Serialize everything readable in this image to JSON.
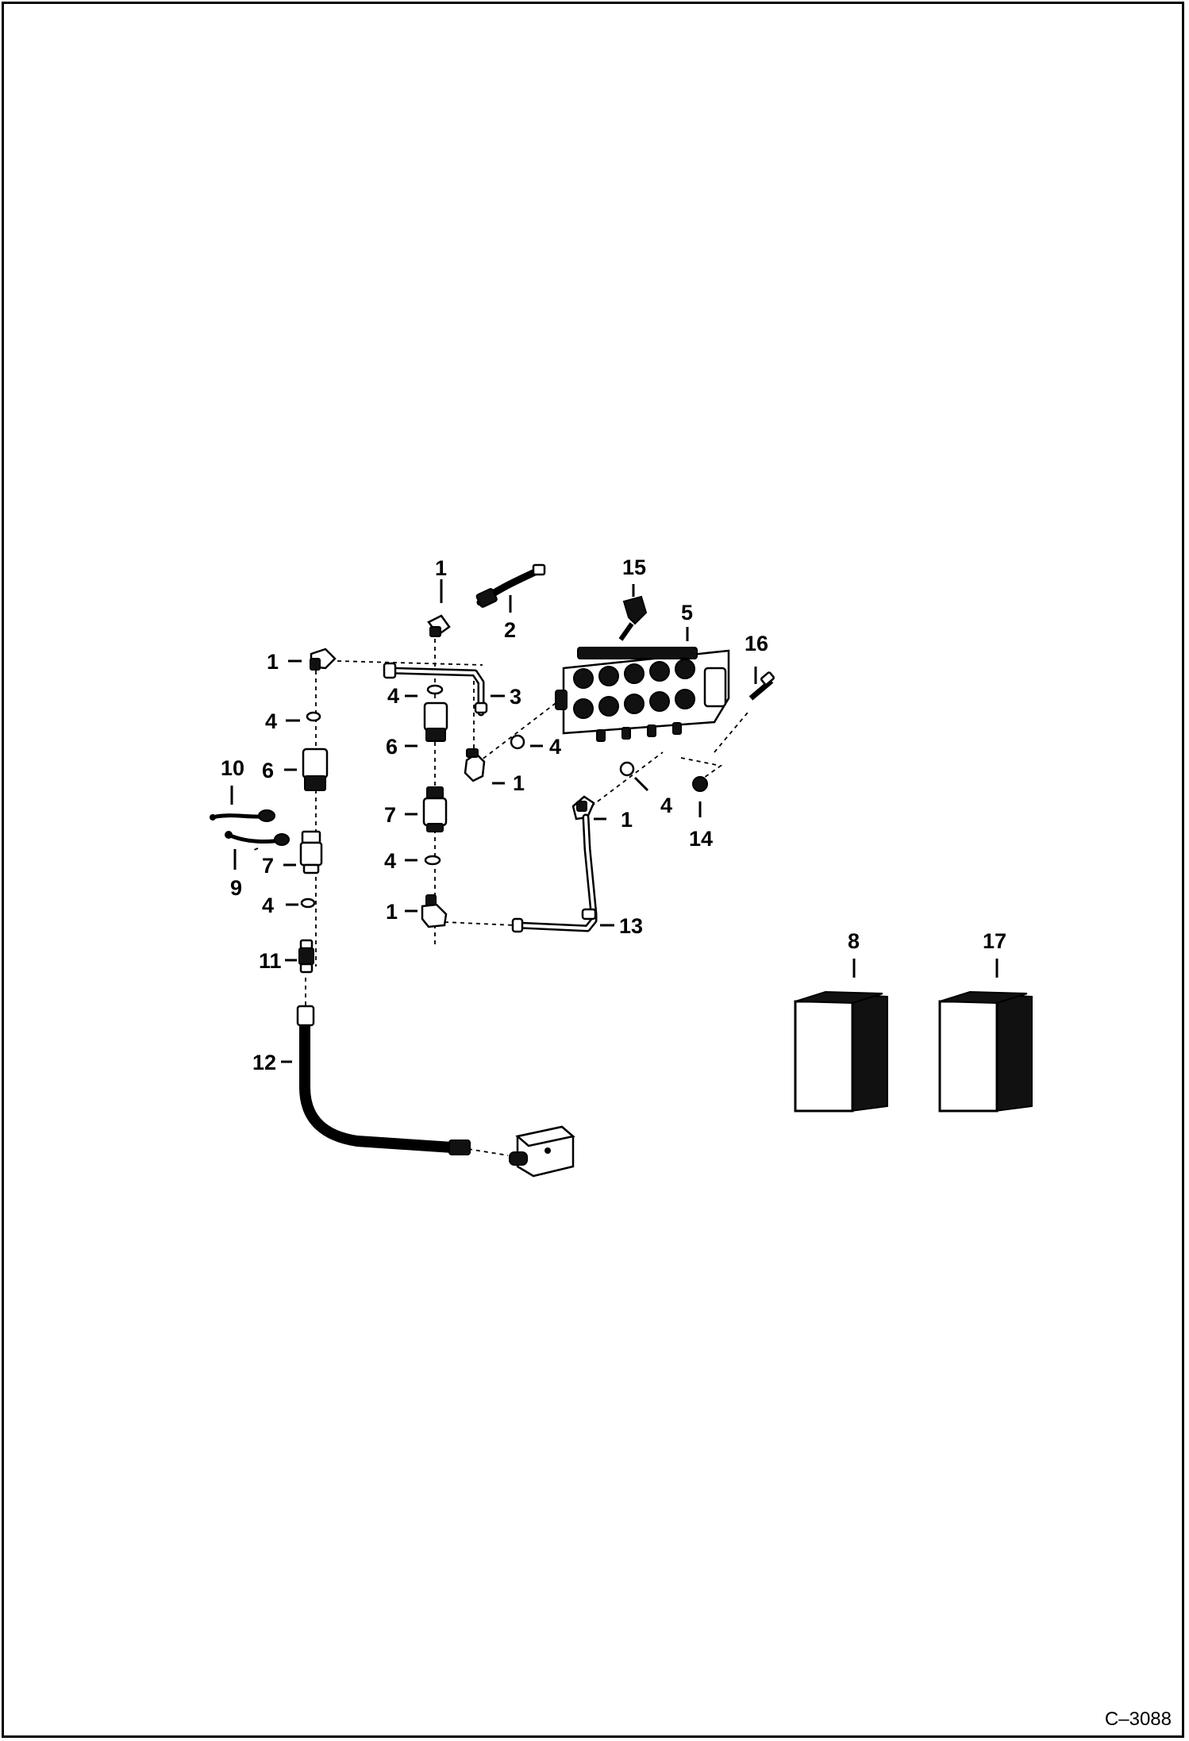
{
  "figure": {
    "id": "C–3088",
    "callouts": {
      "c1_top": "1",
      "c2": "2",
      "c15": "15",
      "c5": "5",
      "c16": "16",
      "c1_left": "1",
      "c4_a": "4",
      "c3": "3",
      "c4_b": "4",
      "c6_mid": "6",
      "c4_c": "4",
      "c1_mid": "1",
      "c10": "10",
      "c6_left": "6",
      "c7_mid": "7",
      "c4_d": "4",
      "c1_right": "1",
      "c14": "14",
      "c9": "9",
      "c7_left": "7",
      "c4_e": "4",
      "c4_f": "4",
      "c1_bottom": "1",
      "c13": "13",
      "c11": "11",
      "c8": "8",
      "c17": "17",
      "c12": "12"
    }
  }
}
